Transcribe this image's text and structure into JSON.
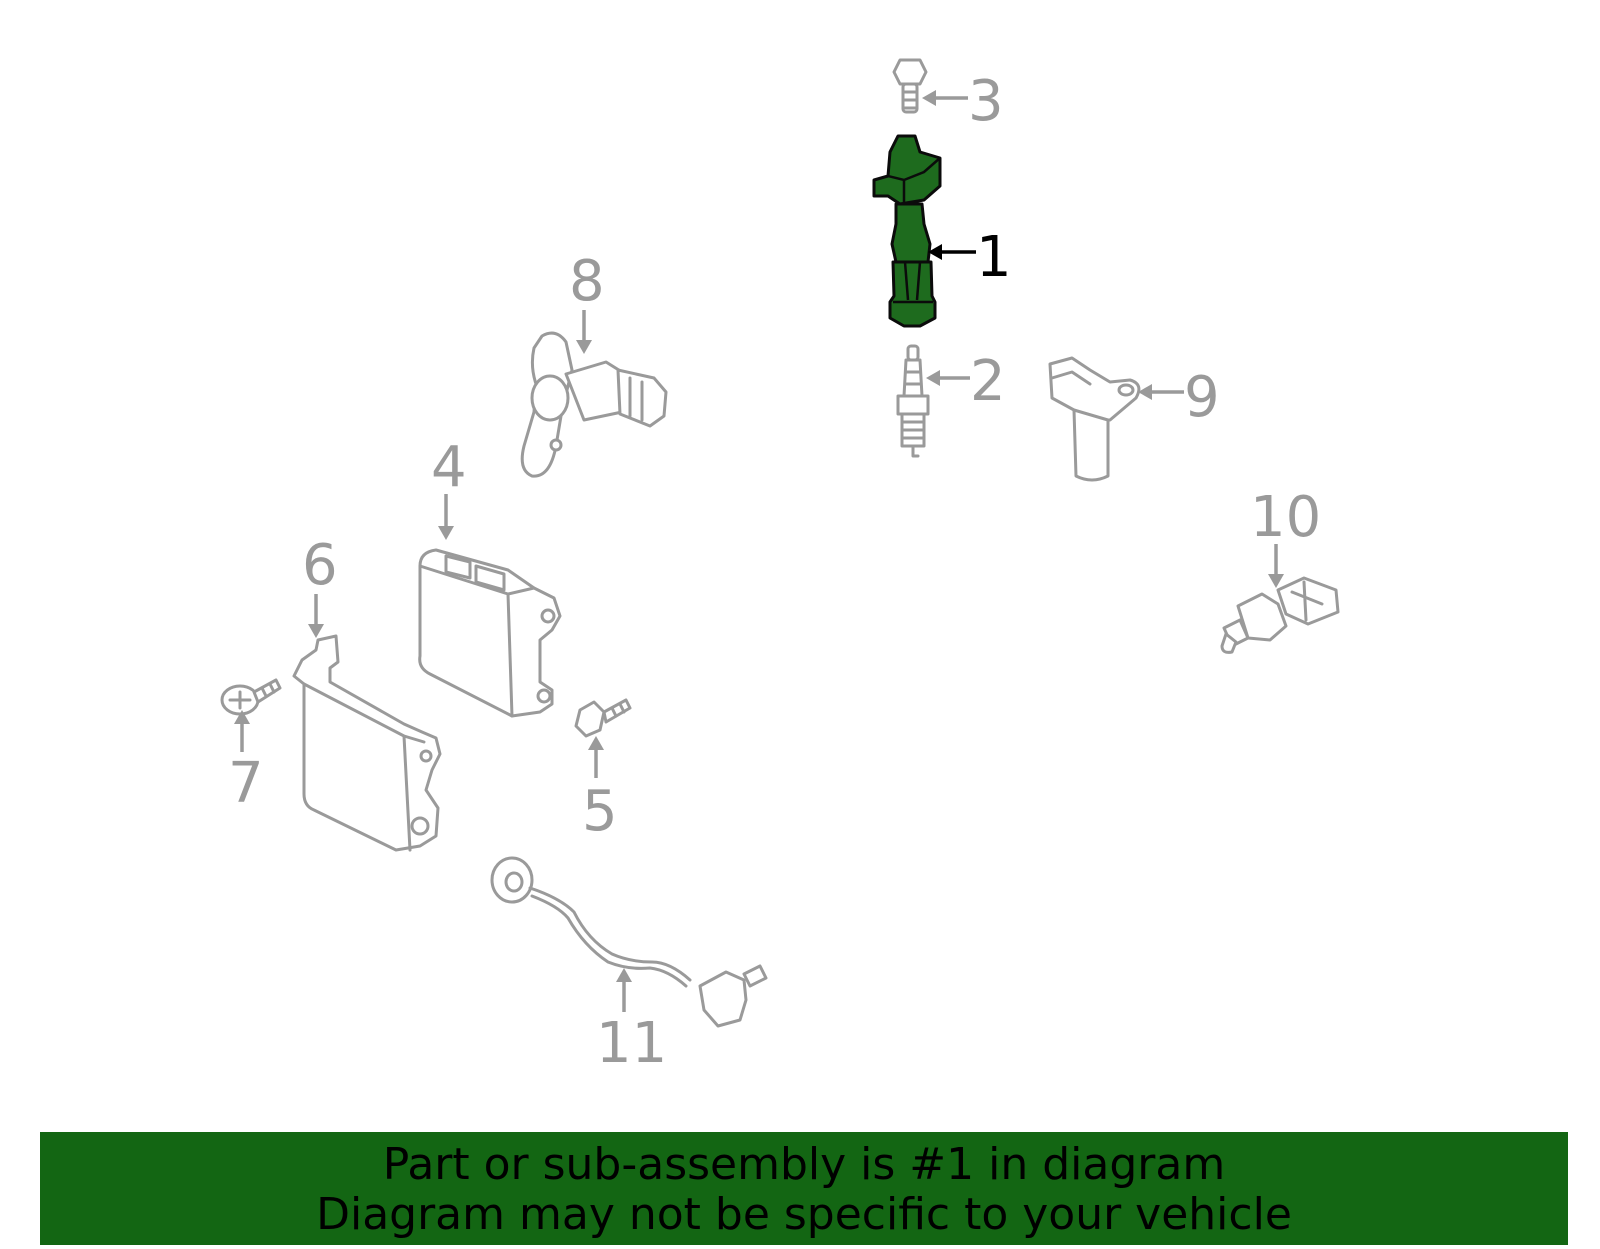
{
  "diagram": {
    "highlighted_part": "1",
    "callouts": [
      "1",
      "2",
      "3",
      "4",
      "5",
      "6",
      "7",
      "8",
      "9",
      "10",
      "11"
    ]
  },
  "banner": {
    "line1": "Part or sub-assembly is #1 in diagram",
    "line2": "Diagram may not be specific to your vehicle",
    "color": "#136613"
  },
  "colors": {
    "highlight": "#1e6b1e",
    "parts": "#9a9a9a"
  }
}
